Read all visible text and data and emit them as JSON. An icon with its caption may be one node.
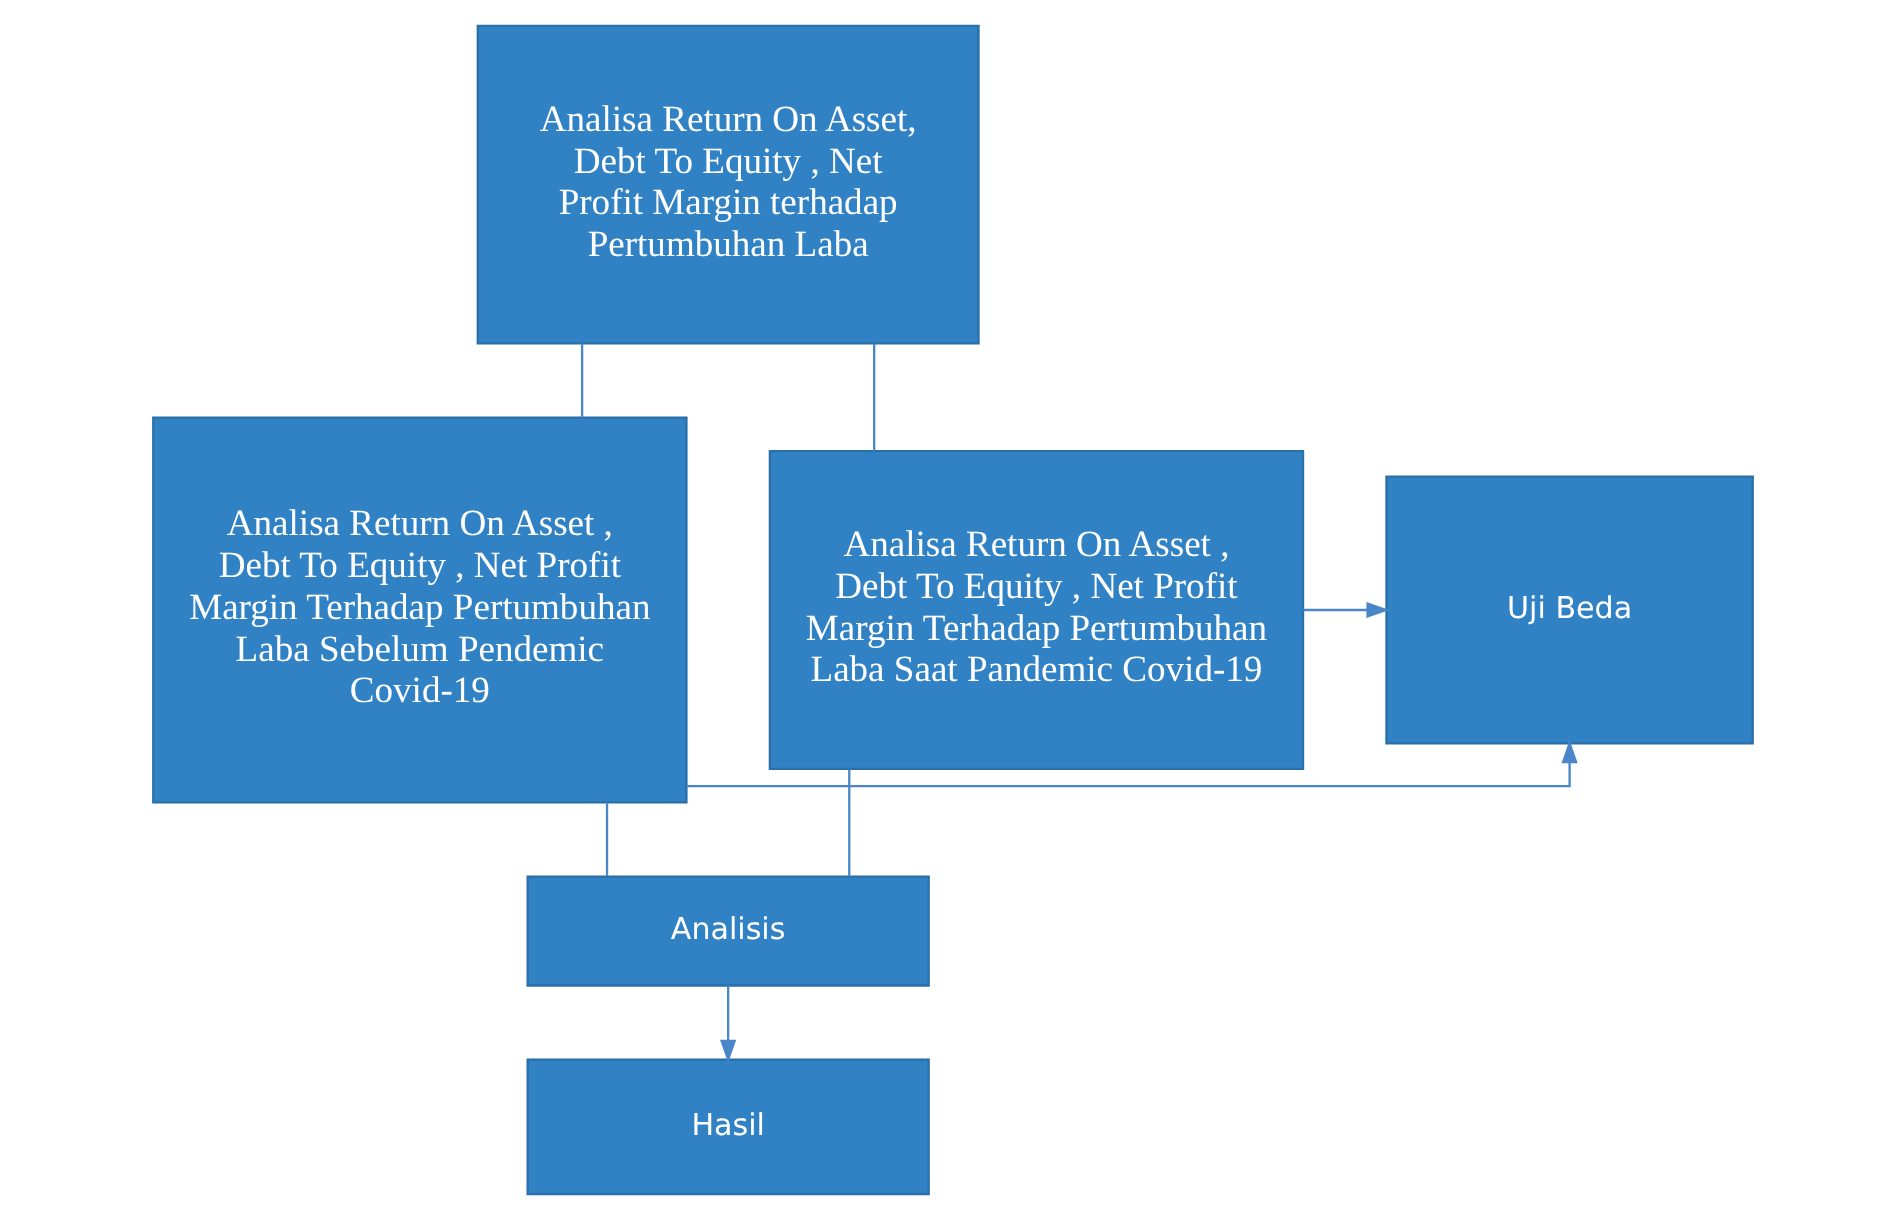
{
  "diagram": {
    "nodes": [
      {
        "text": [
          "Analisa Return On Asset, Debt To Equity , Net Profit Margin terhadap Pertumbuhan Laba"
        ]
      },
      {
        "text": [
          "Analisa Return On Asset , Debt To Equity , Net Profit Margin Terhadap Pertumbuhan Laba Sebelum Pendemic Covid-19"
        ]
      },
      {
        "text": [
          "Uji Beda"
        ]
      },
      {
        "text": [
          "Analisa Return On Asset , Debt To Equity , Net Profit Margin Terhadap Pertumbuhan Laba Saat Pandemic Covid-19"
        ]
      },
      {
        "text": [
          "Analisis"
        ]
      },
      {
        "text": [
          "Hasil"
        ]
      }
    ],
    "edges": [
      {
        "from": 0,
        "to": 1,
        "arrow": "none"
      },
      {
        "from": 0,
        "to": 3,
        "arrow": "none"
      },
      {
        "from": 1,
        "to": 2,
        "arrow": "to"
      },
      {
        "from": 3,
        "to": 2,
        "arrow": "to"
      },
      {
        "from": 1,
        "to": 4,
        "arrow": "none"
      },
      {
        "from": 3,
        "to": 4,
        "arrow": "none"
      },
      {
        "from": 4,
        "to": 5,
        "arrow": "to"
      }
    ]
  }
}
